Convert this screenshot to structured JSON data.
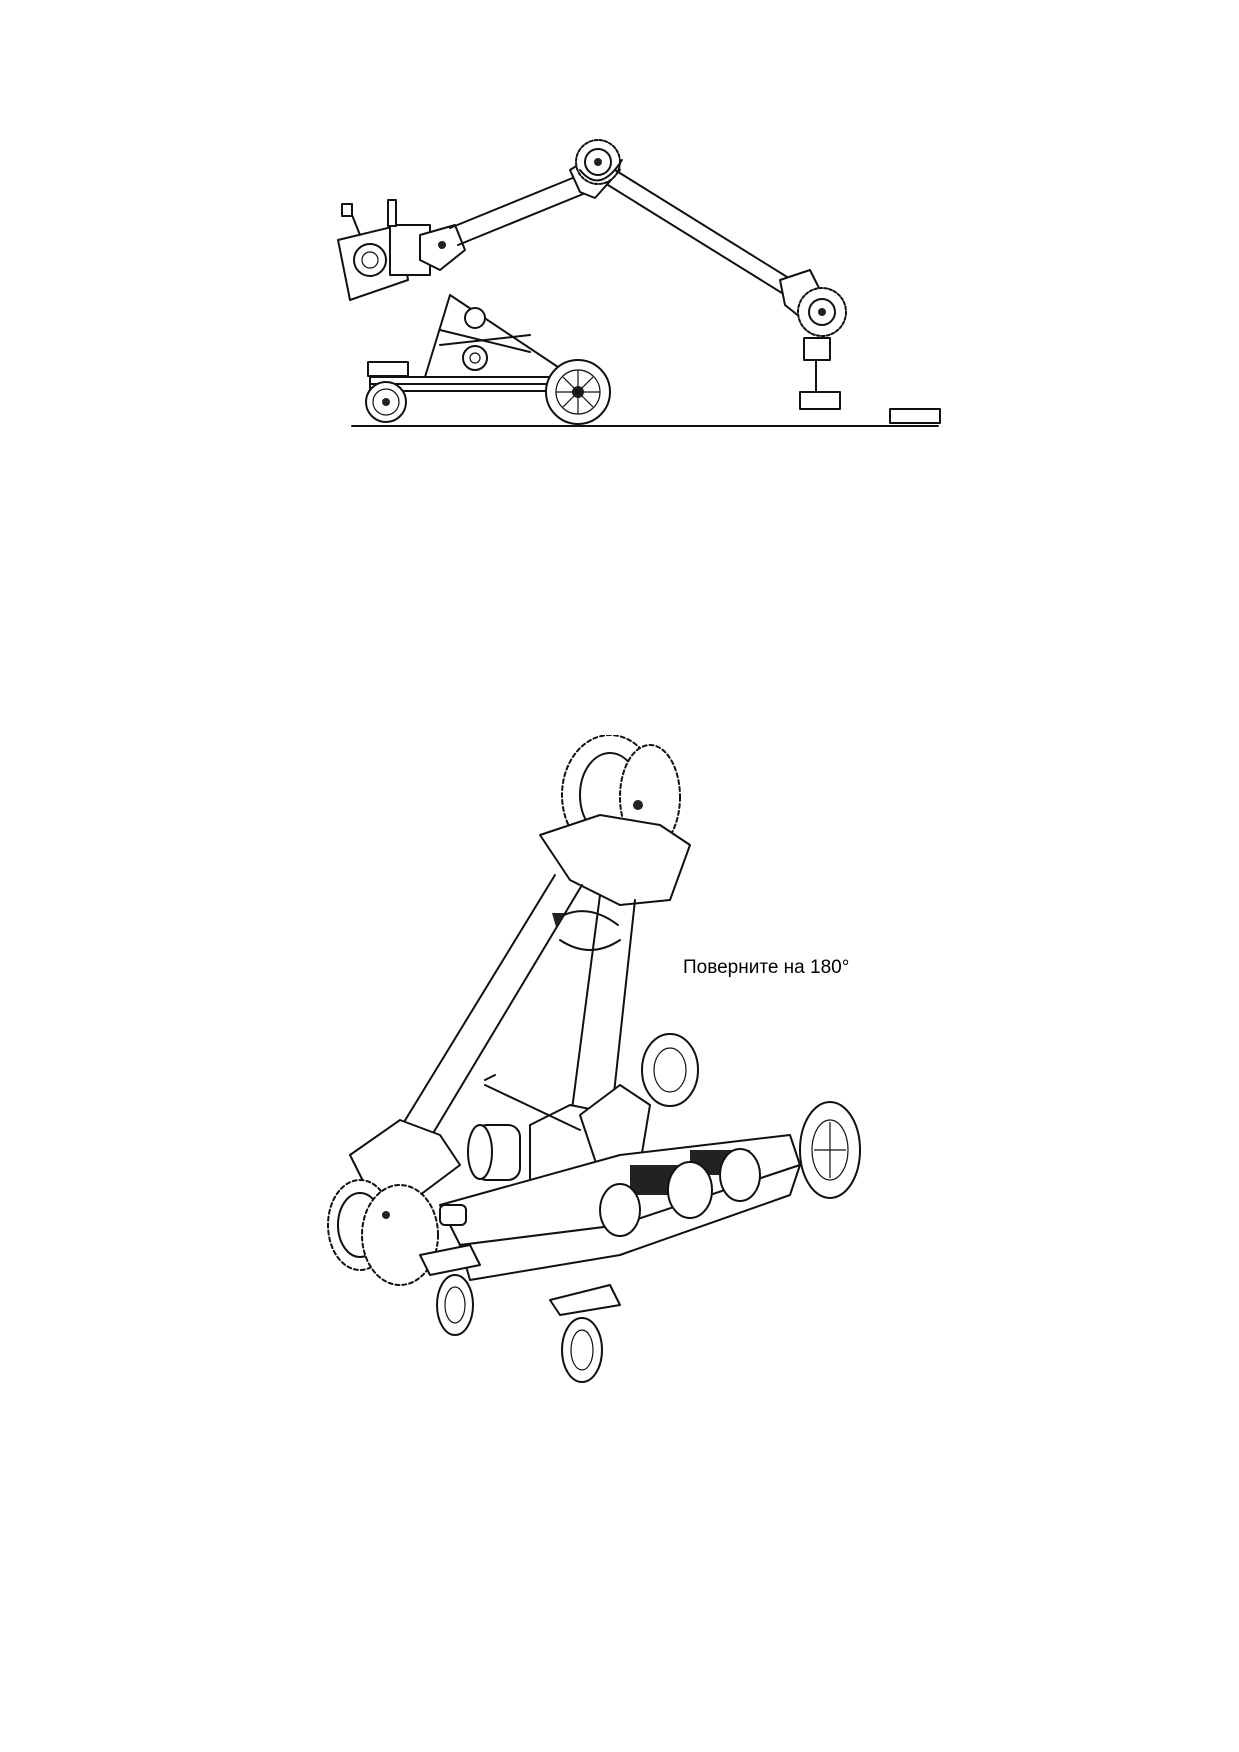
{
  "page": {
    "top_figure": {
      "icon": "side-view-cable-pulling-rig-illustration"
    },
    "bottom_figure": {
      "icon": "perspective-view-cable-pulling-rig-illustration",
      "rotate_icon": "curved-rotation-arrow-icon",
      "caption": "Поверните на 180°"
    }
  }
}
